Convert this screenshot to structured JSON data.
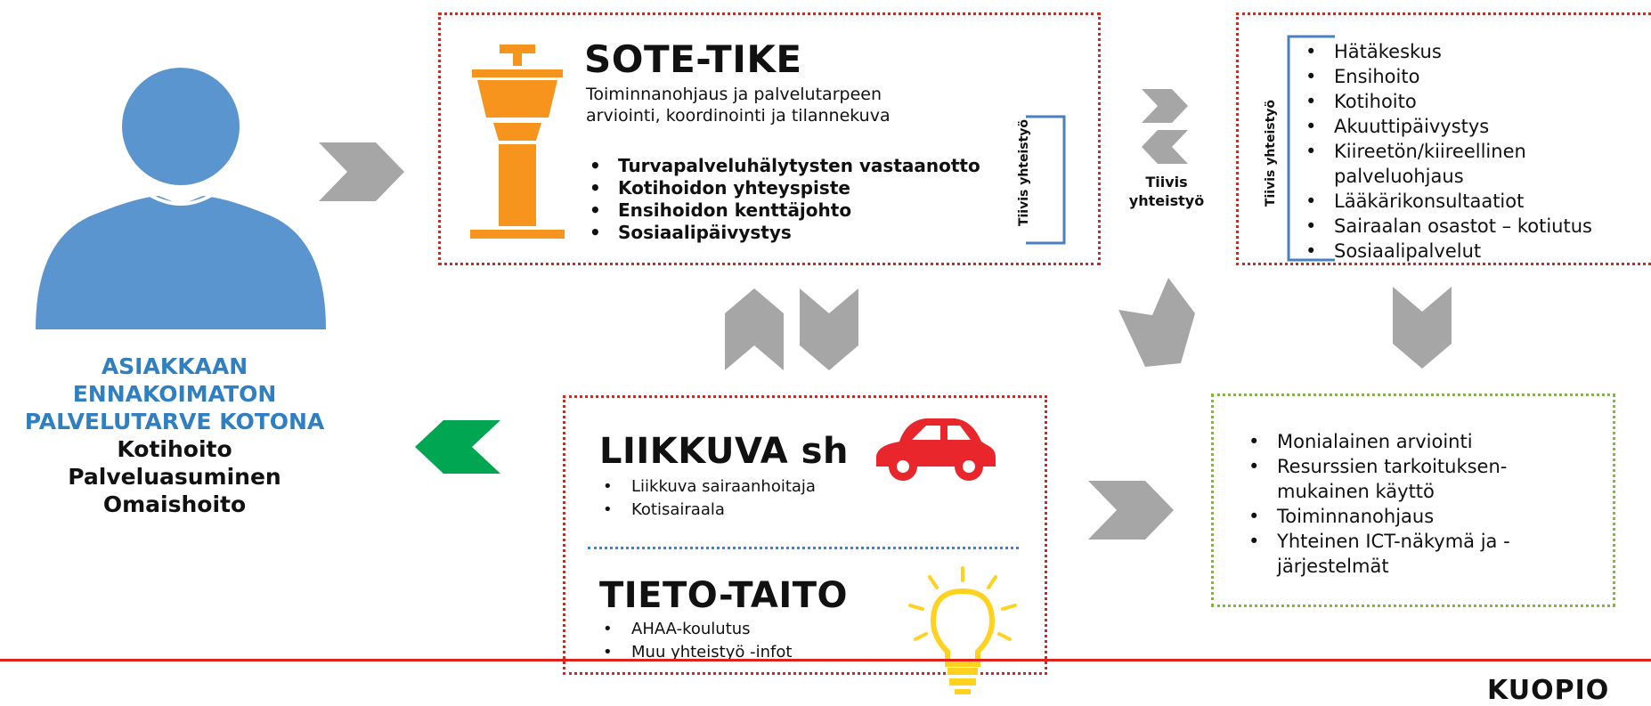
{
  "client": {
    "lines_blue": [
      "ASIAKKAAN",
      "ENNAKOIMATON",
      "PALVELUTARVE KOTONA"
    ],
    "lines_black": [
      "Kotihoito",
      "Palveluasuminen",
      "Omaishoito"
    ]
  },
  "sote_tike": {
    "title": "SOTE-TIKE",
    "subtitle": "Toiminnanohjaus ja palvelutarpeen arviointi, koordinointi ja tilannekuva",
    "items": [
      "Turvapalveluhälytysten vastaanotto",
      "Kotihoidon yhteyspiste",
      "Ensihoidon kenttäjohto",
      "Sosiaalipäivystys"
    ],
    "side_label": "Tiivis yhteistyö"
  },
  "middle_label": "Tiivis yhteistyö",
  "partners": {
    "side_label": "Tiivis yhteistyö",
    "items": [
      "Hätäkeskus",
      "Ensihoito",
      "Kotihoito",
      "Akuuttipäivystys",
      "Kiireetön/kiireellinen palveluohjaus",
      "Lääkärikonsultaatiot",
      "Sairaalan osastot – kotiutus",
      "Sosiaalipalvelut"
    ]
  },
  "liikkuva": {
    "title": "LIIKKUVA sh",
    "items": [
      "Liikkuva sairaanhoitaja",
      "Kotisairaala"
    ]
  },
  "tieto_taito": {
    "title": "TIETO-TAITO",
    "items": [
      "AHAA-koulutus",
      "Muu yhteistyö -infot"
    ]
  },
  "outcomes": {
    "items": [
      "Monialainen arviointi",
      "Resurssien tarkoituksen-mukainen käyttö",
      "Toiminnanohjaus",
      "Yhteinen ICT-näkymä ja -järjestelmät"
    ]
  },
  "logo": "KUOPIO",
  "colors": {
    "person": "#5b95cf",
    "tower": "#f7941d",
    "car": "#e8262b",
    "bulb": "#ffd21f",
    "arrow_gray": "#a6a6a6",
    "arrow_green": "#00a651",
    "border_red": "#e0221a",
    "border_green": "#7cbf2a",
    "bracket_blue": "#4a7fc1"
  }
}
